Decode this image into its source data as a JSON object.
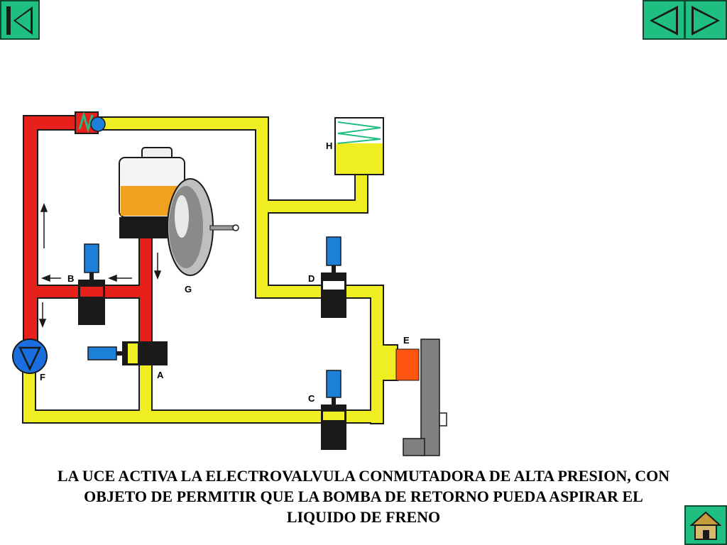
{
  "nav": {
    "first_icon": "skip-to-first-icon",
    "prev_icon": "previous-triangle-icon",
    "next_icon": "next-triangle-icon",
    "home_icon": "home-icon"
  },
  "diagram": {
    "labels": {
      "A": "A",
      "B": "B",
      "C": "C",
      "D": "D",
      "E": "E",
      "F": "F",
      "G": "G",
      "H": "H"
    },
    "colors": {
      "high_pressure": "#e8201c",
      "low_pressure": "#eeee22",
      "valve_coil": "#1c7fd8",
      "valve_body": "#000000",
      "caliper_piston": "#ff5511",
      "disc": "#808080",
      "pump": "#1a6fe0"
    }
  },
  "caption": {
    "line1": "LA UCE ACTIVA LA ELECTROVALVULA CONMUTADORA DE ALTA PRESION, CON",
    "line2": "OBJETO DE PERMITIR QUE LA BOMBA DE RETORNO PUEDA ASPIRAR EL",
    "line3": "LIQUIDO DE FRENO"
  }
}
